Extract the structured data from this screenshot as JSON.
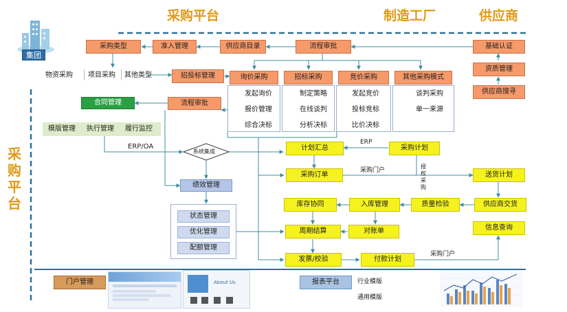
{
  "headers": {
    "procurement_platform": "采购平台",
    "manufacturing_plant": "制造工厂",
    "supplier": "供应商",
    "procurement_platform_vertical": "采购平台"
  },
  "group_label": "集团",
  "top_row": {
    "procurement_type": "采购类型",
    "access_management": "准入管理",
    "supplier_directory": "供应商目录",
    "process_approval": "流程审批",
    "basic_certification": "基础认证"
  },
  "procurement_types": [
    "物资采购",
    "项目采购",
    "其他类型"
  ],
  "tender_management": "招投标管理",
  "methods": [
    {
      "title": "询价采购",
      "items": [
        "发起询价",
        "报价管理",
        "综合决标"
      ]
    },
    {
      "title": "招标采购",
      "items": [
        "制定策略",
        "在线谈判",
        "分析决标"
      ]
    },
    {
      "title": "竞价采购",
      "items": [
        "发起竞价",
        "投标竞标",
        "比价决标"
      ]
    },
    {
      "title": "其他采购模式",
      "items": [
        "谈判采购",
        "单一来源"
      ]
    }
  ],
  "supplier_side": {
    "qualification_management": "资质管理",
    "supplier_search": "供应商搜寻",
    "delivery_plan": "送货计划",
    "supplier_delivery": "供应商交货",
    "info_query": "信息查询"
  },
  "contract": {
    "title": "合同管理",
    "items": [
      "模版管理",
      "执行管理",
      "履行监控"
    ],
    "process_approval": "流程审批"
  },
  "erp_oa": "ERP/OA",
  "system_integration": "系统集成",
  "performance": {
    "title": "绩效管理",
    "items": [
      "状态管理",
      "优化管理",
      "配额管理"
    ]
  },
  "factory": {
    "plan_summary": "计划汇总",
    "procurement_plan": "采购计划",
    "purchase_order": "采购订单",
    "inventory_coordination": "库存协同",
    "warehousing_management": "入库管理",
    "quality_inspection": "质量检验",
    "periodic_settlement": "周期结算",
    "reconciliation": "对账单",
    "invoice_verification": "发票/校验",
    "payment_plan": "付款计划"
  },
  "flow_labels": {
    "erp": "ERP",
    "procurement_portal_1": "采购门户",
    "authorized_procurement": "授权采购",
    "procurement_portal_2": "采购门户"
  },
  "bottom": {
    "portal_management": "门户管理",
    "report_platform": "报表平台",
    "industry_template": "行业模版",
    "general_template": "通用模版",
    "about_us": "About Us"
  },
  "colors": {
    "header": "#e09a18",
    "orange_box": "#f79a6a",
    "yellow_box": "#f5f220",
    "green_box": "#2aa043",
    "blue_box": "#b4c6e8",
    "line": "#3d8fa0",
    "dashed_line": "#2f6f9a"
  }
}
